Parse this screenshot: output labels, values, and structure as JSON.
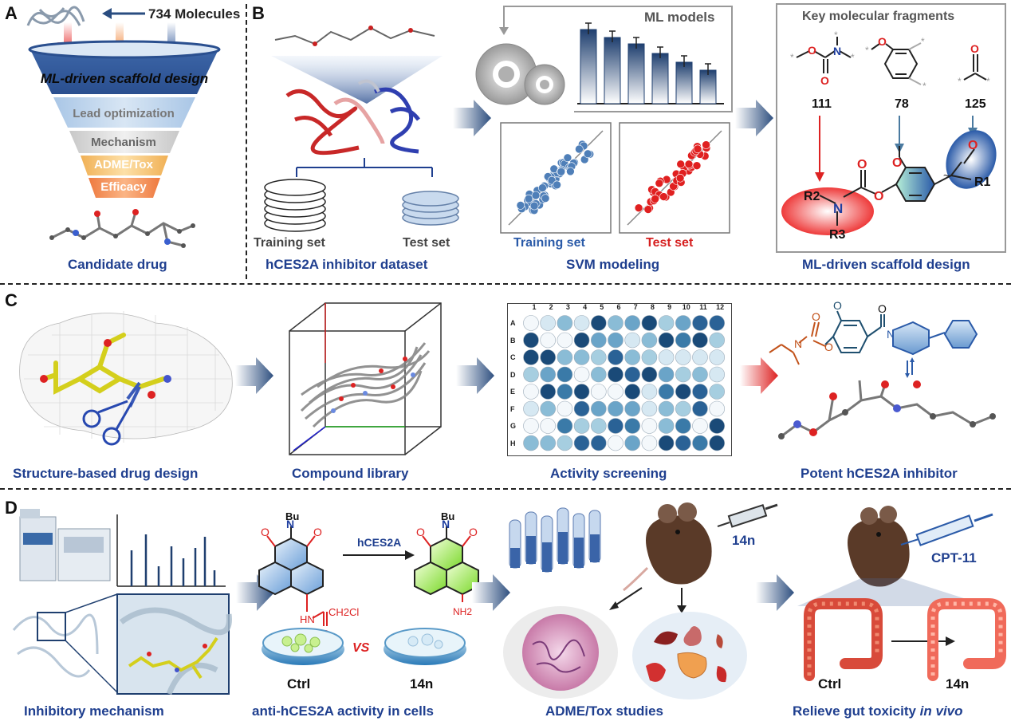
{
  "panels": {
    "a": "A",
    "b": "B",
    "c": "C",
    "d": "D"
  },
  "panel_a": {
    "top_label": "734 Molecules",
    "funnel": [
      "ML-driven scaffold design",
      "Lead optimization",
      "Mechanism",
      "ADME/Tox",
      "Efficacy"
    ],
    "caption": "Candidate drug"
  },
  "panel_b": {
    "training_label": "Training set",
    "test_label": "Test set",
    "dataset_caption": "hCES2A inhibitor dataset",
    "ml_title": "ML models",
    "bar_heights": [
      0.93,
      0.83,
      0.75,
      0.63,
      0.52,
      0.42
    ],
    "svm_training": "Training set",
    "svm_test": "Test set",
    "svm_caption": "SVM modeling",
    "fragments_title": "Key molecular fragments",
    "fragment_counts": [
      "111",
      "78",
      "125"
    ],
    "r1": "R1",
    "r2": "R2",
    "r3": "R3",
    "scaffold_caption": "ML-driven scaffold design"
  },
  "panel_c": {
    "captions": [
      "Structure-based drug design",
      "Compound library",
      "Activity screening",
      "Potent hCES2A inhibitor"
    ],
    "plate_cols": [
      "1",
      "2",
      "3",
      "4",
      "5",
      "6",
      "7",
      "8",
      "9",
      "10",
      "11",
      "12"
    ],
    "plate_rows": [
      "A",
      "B",
      "C",
      "D",
      "E",
      "F",
      "G",
      "H"
    ]
  },
  "panel_d": {
    "mech_caption": "Inhibitory mechanism",
    "bu1": "Bu",
    "bu2": "Bu",
    "enzyme": "hCES2A",
    "ch2cl": "CH2Cl",
    "nh2": "NH2",
    "ctrl1": "Ctrl",
    "vs": "VS",
    "n14a": "14n",
    "cell_caption": "anti-hCES2A activity in cells",
    "n14b": "14n",
    "adme_caption": "ADME/Tox studies",
    "cpt": "CPT-11",
    "ctrl2": "Ctrl",
    "n14c": "14n",
    "gut_caption_main": "Relieve gut toxicity ",
    "gut_caption_italic": "in vivo"
  },
  "colors": {
    "caption": "#1f3f8f",
    "red": "#d62020",
    "blue": "#2a5aa8",
    "arrow": "#3a5f8e"
  }
}
